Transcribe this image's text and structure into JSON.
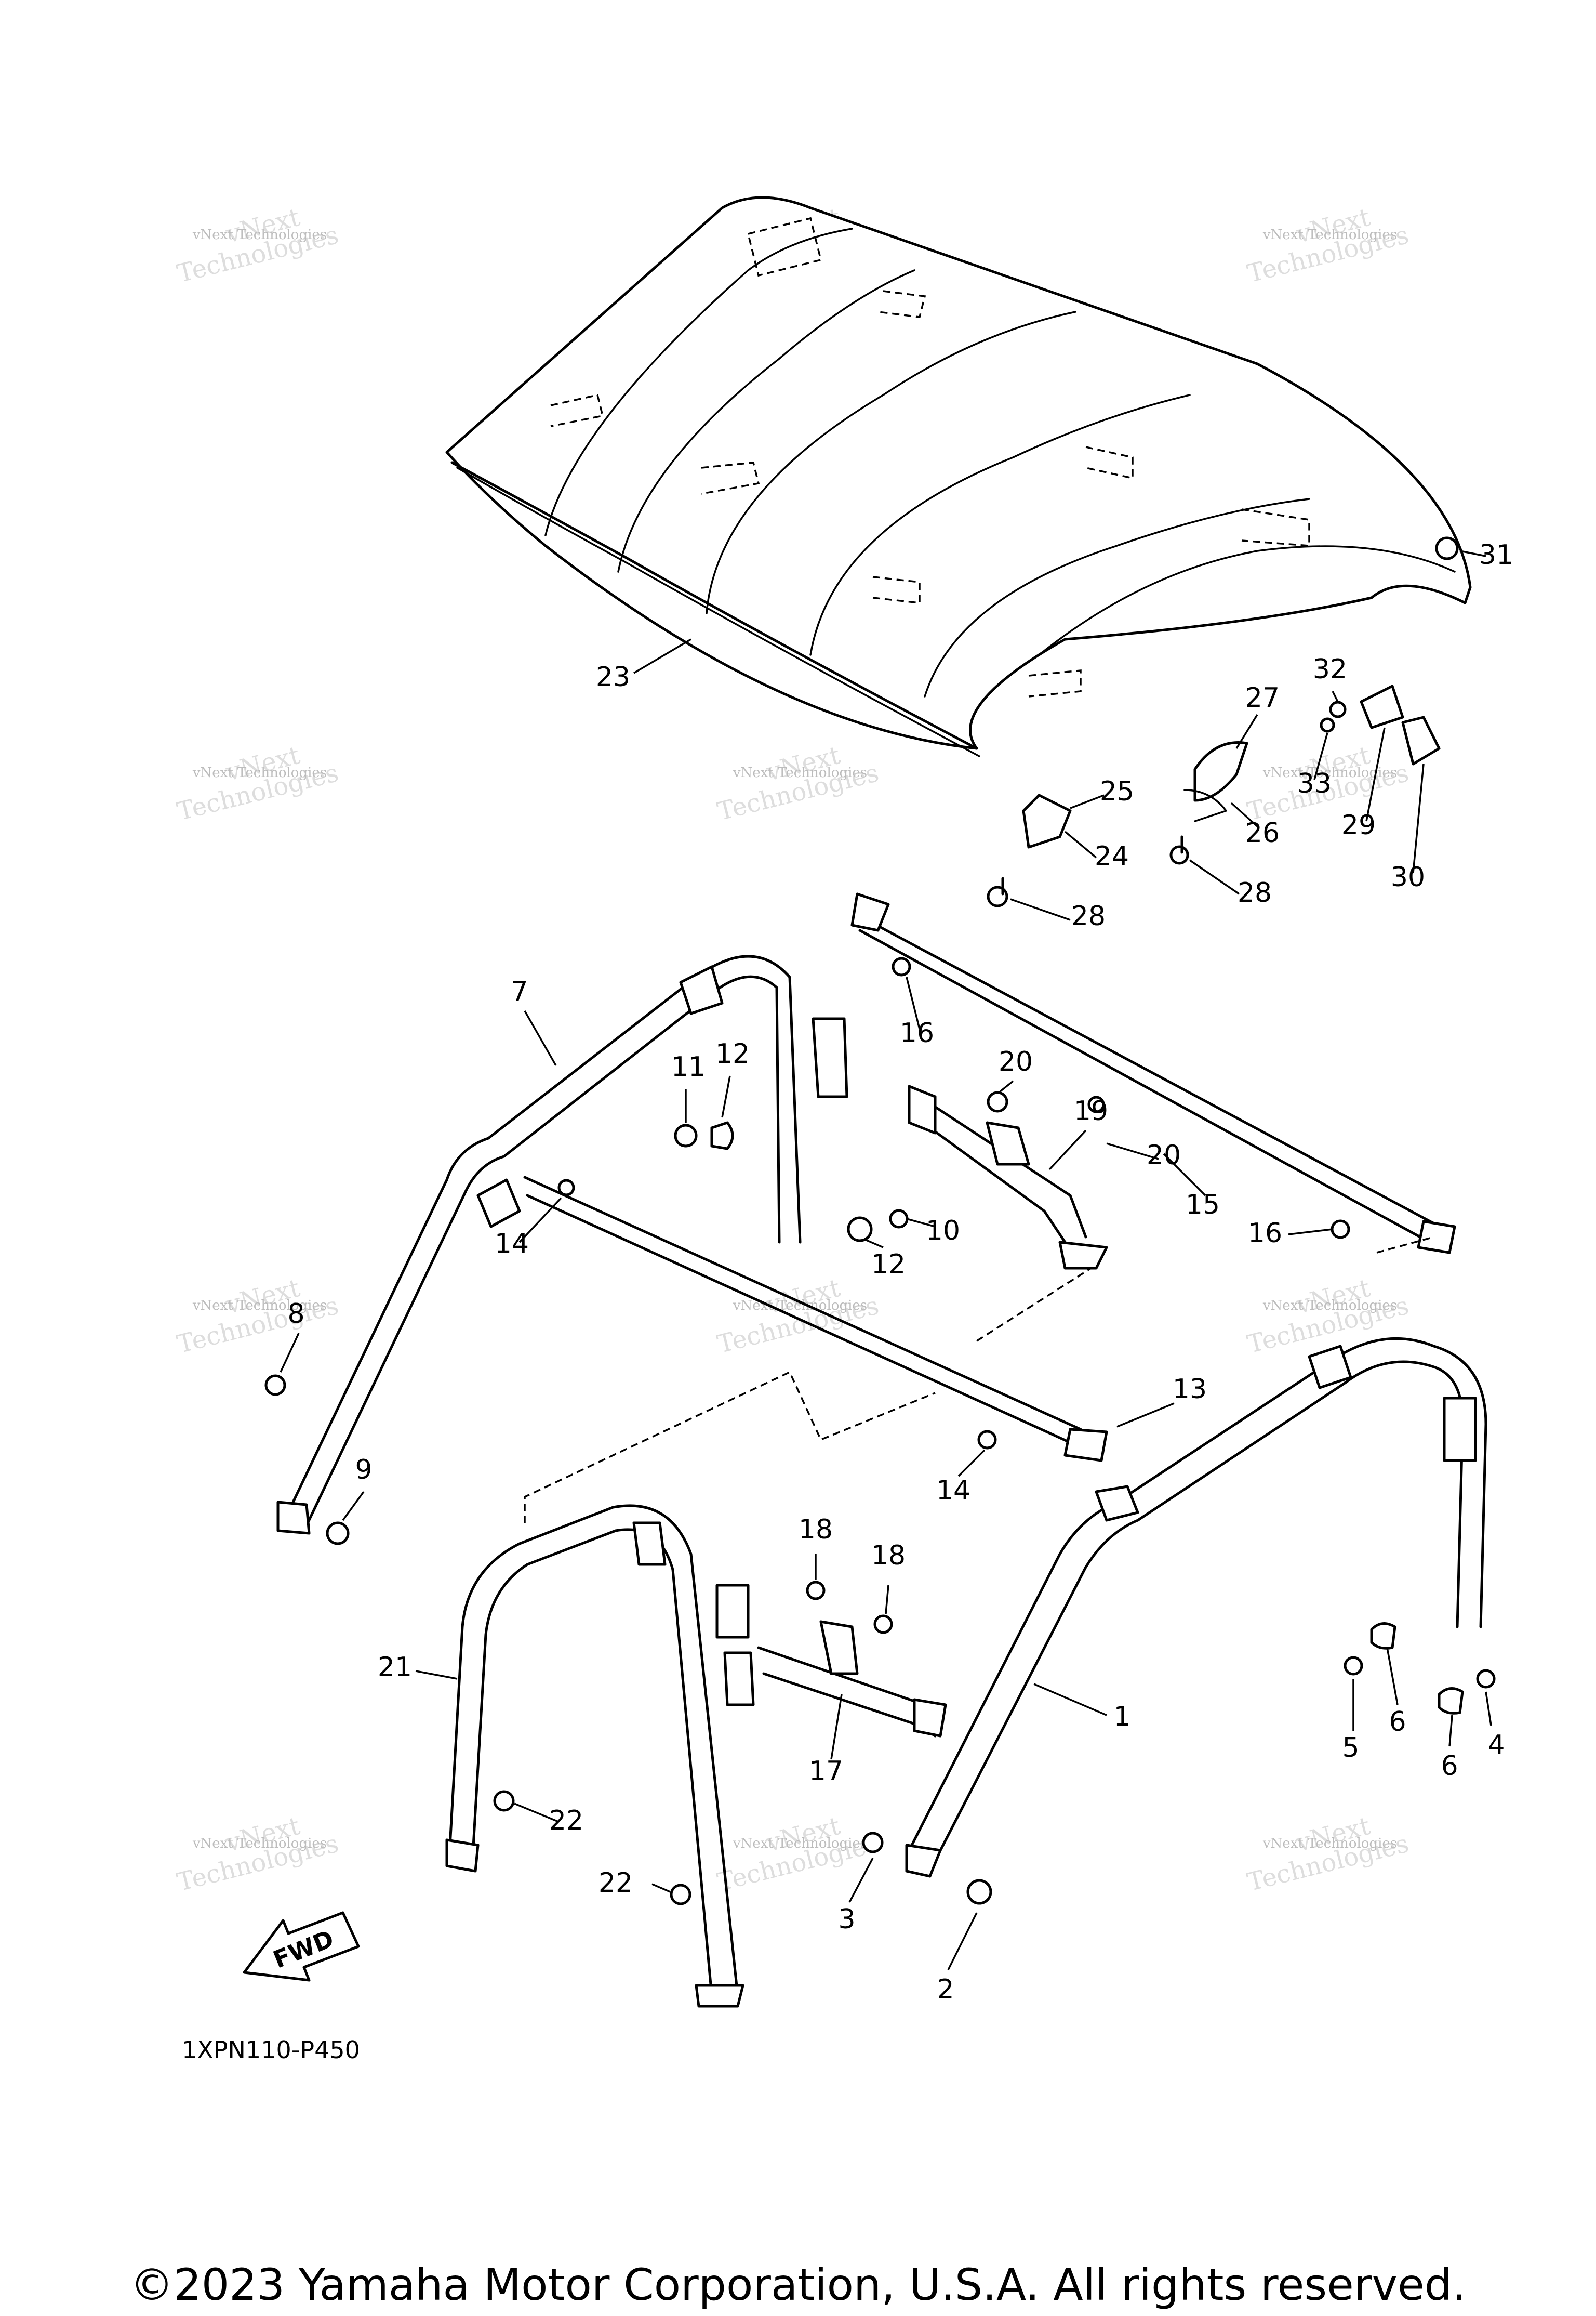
{
  "diagram_code": "1XPN110-P450",
  "copyright": "©2023 Yamaha Motor Corporation, U.S.A. All rights reserved.",
  "direction_label": "FWD",
  "watermark": {
    "line1": "vNext Technologies",
    "line2": "vNext",
    "line3": "Technologies"
  },
  "callouts": [
    "1",
    "2",
    "3",
    "4",
    "5",
    "6",
    "6",
    "7",
    "8",
    "9",
    "10",
    "11",
    "12",
    "12",
    "13",
    "14",
    "14",
    "15",
    "16",
    "16",
    "17",
    "18",
    "18",
    "19",
    "20",
    "20",
    "21",
    "22",
    "22",
    "23",
    "24",
    "25",
    "26",
    "27",
    "28",
    "28",
    "29",
    "30",
    "31",
    "32",
    "33"
  ]
}
